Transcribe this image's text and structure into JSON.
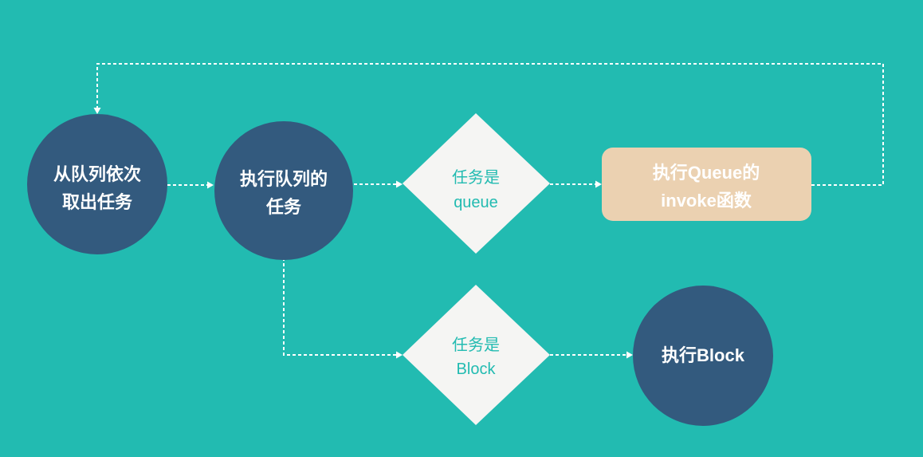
{
  "colors": {
    "background": "#22BBB1",
    "circle": "#335A7E",
    "diamond": "#F5F5F3",
    "diamond_text": "#22BBB1",
    "box": "#EBD1B1",
    "text": "#FFFFFF",
    "connector": "#FFFFFF"
  },
  "nodes": {
    "dequeue": {
      "lines": [
        "从队列依次",
        "取出任务"
      ]
    },
    "execute_queue_task": {
      "lines": [
        "执行队列的",
        "任务"
      ]
    },
    "is_queue": {
      "lines": [
        "任务是",
        "queue"
      ]
    },
    "invoke_queue": {
      "lines": [
        "执行Queue的",
        "invoke函数"
      ]
    },
    "is_block": {
      "lines": [
        "任务是",
        "Block"
      ]
    },
    "execute_block": {
      "lines": [
        "执行Block"
      ]
    }
  }
}
